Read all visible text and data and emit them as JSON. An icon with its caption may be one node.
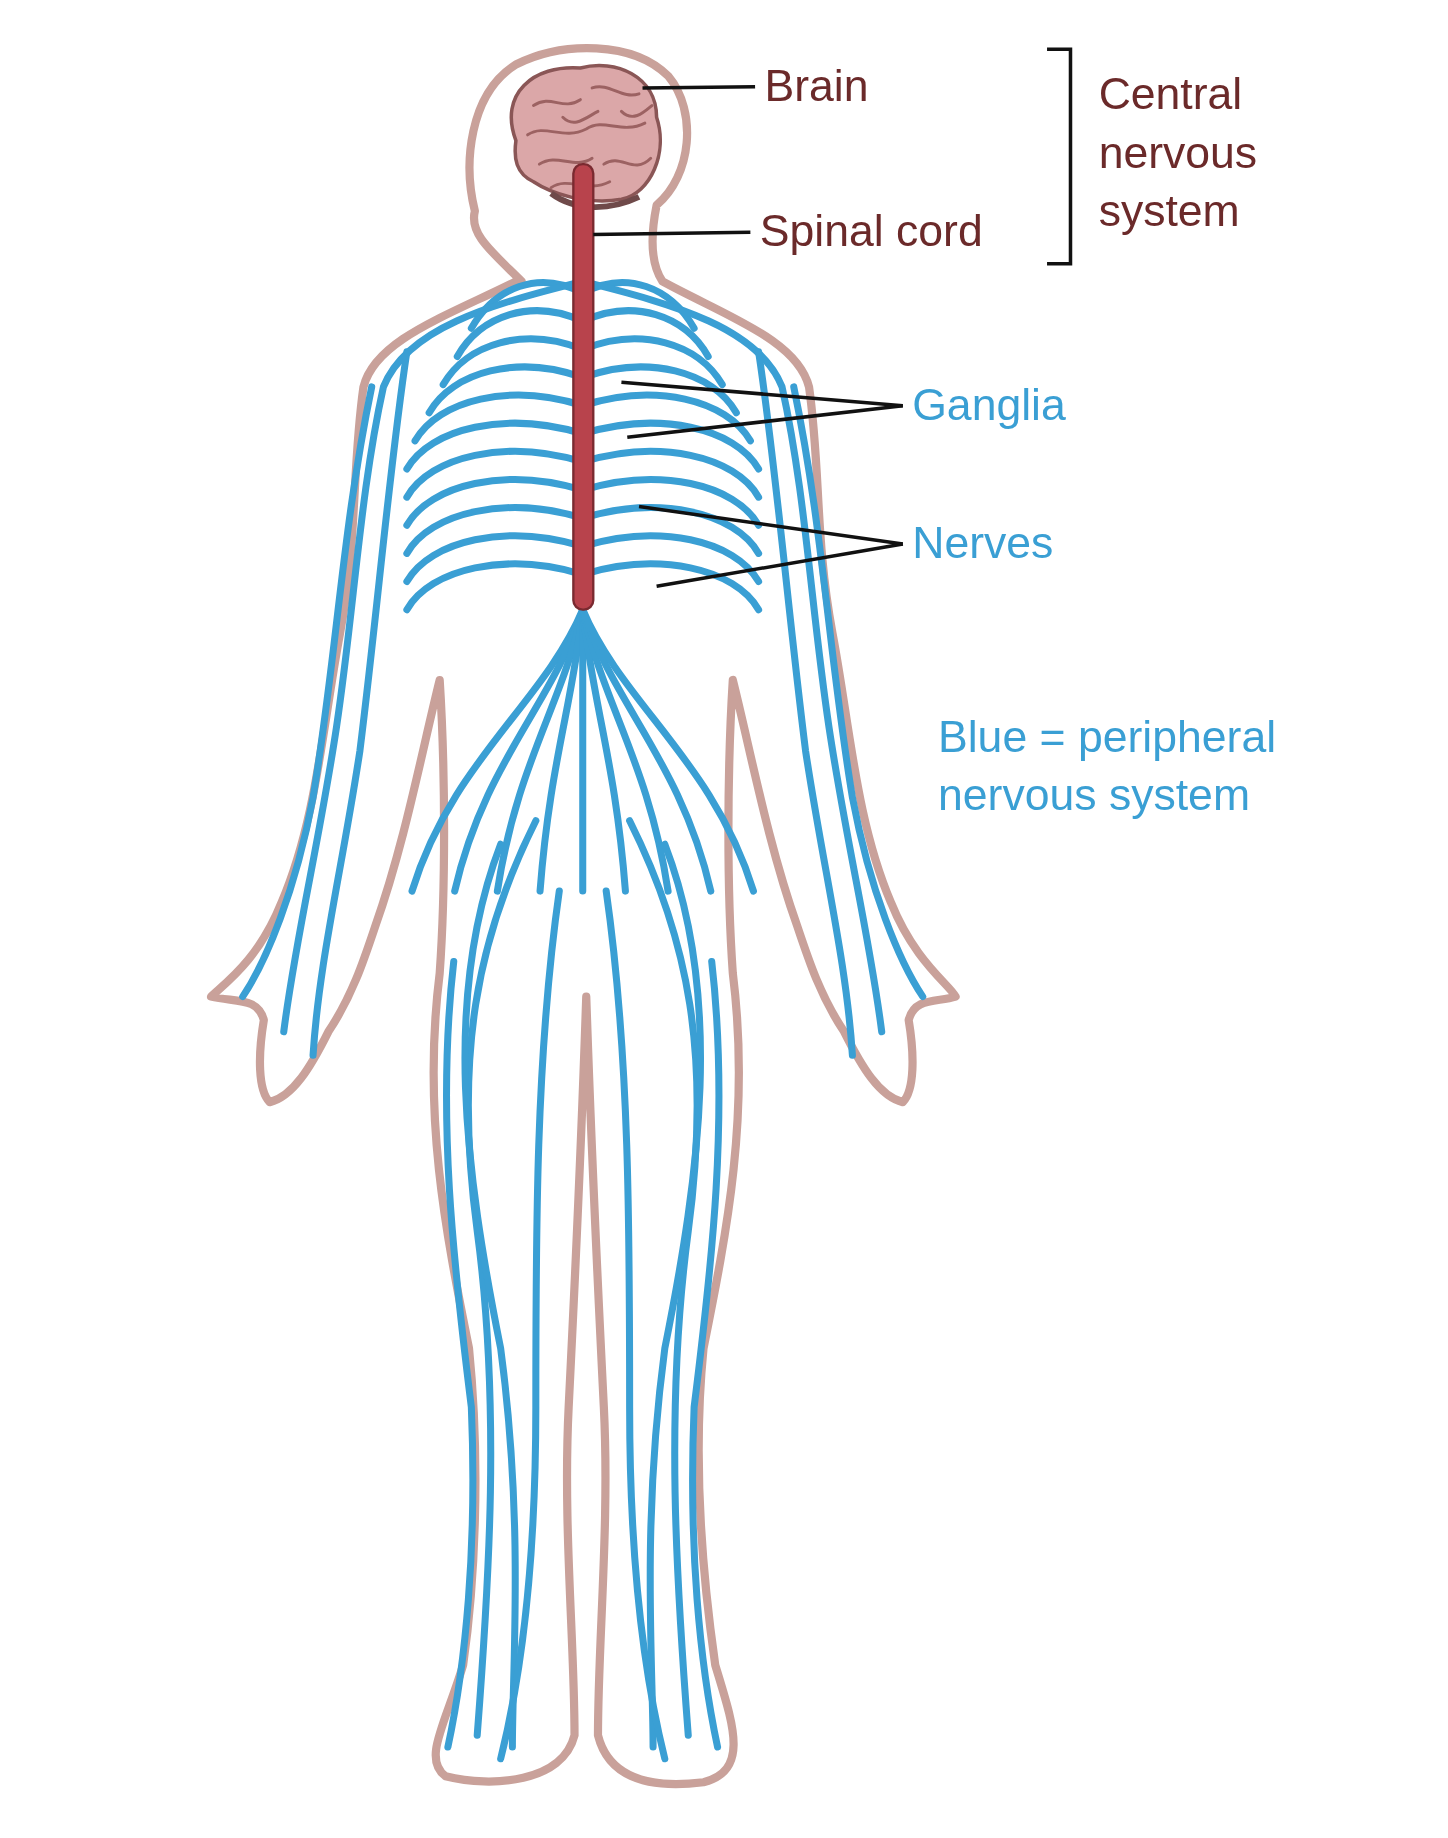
{
  "diagram": {
    "nodes": [
      {
        "text": [
          "Brain"
        ]
      },
      {
        "text": [
          "Spinal cord"
        ]
      },
      {
        "text": [
          "Ganglia"
        ]
      },
      {
        "text": [
          "Nerves"
        ]
      },
      {
        "text": [],
        "shape": "picture"
      },
      {
        "text": [],
        "shape": "picture"
      }
    ],
    "edges": [
      {
        "from": 0,
        "to": 4,
        "arrow": "none"
      },
      {
        "from": 1,
        "to": 5,
        "arrow": "none"
      },
      {
        "from": 2,
        "to": null,
        "arrow": "none"
      },
      {
        "from": 2,
        "to": null,
        "arrow": "none"
      },
      {
        "from": 3,
        "to": null,
        "arrow": "none"
      },
      {
        "from": 3,
        "to": null,
        "arrow": "none"
      }
    ],
    "labels": [
      "Central nervous system",
      "Blue = peripheral nervous system"
    ]
  }
}
